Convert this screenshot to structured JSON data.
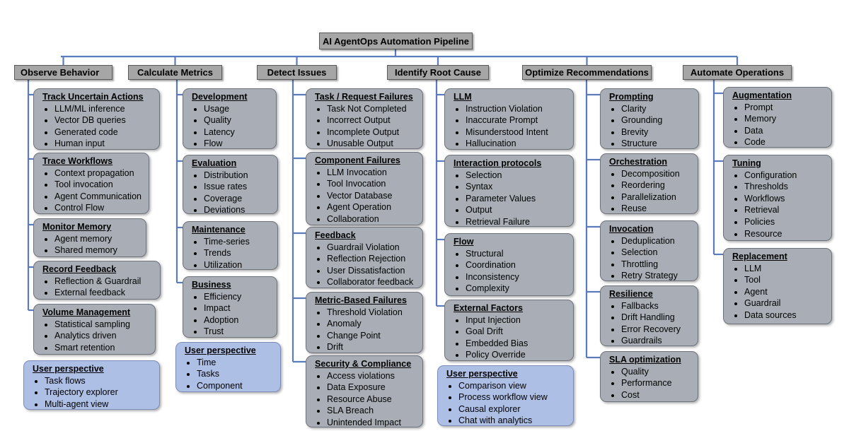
{
  "title": "AI AgentOps Automation Pipeline",
  "columns": [
    {
      "header": "Observe Behavior",
      "cards": [
        {
          "title": "Track Uncertain Actions",
          "items": [
            "LLM/ML inference",
            "Vector DB queries",
            "Generated code",
            "Human input"
          ]
        },
        {
          "title": "Trace  Workflows",
          "items": [
            "Context propagation",
            "Tool invocation",
            "Agent Communication",
            "Control Flow"
          ]
        },
        {
          "title": "Monitor Memory",
          "items": [
            "Agent memory",
            "Shared memory"
          ]
        },
        {
          "title": "Record Feedback",
          "items": [
            "Reflection & Guardrail",
            "External feedback"
          ]
        },
        {
          "title": "Volume Management",
          "items": [
            "Statistical sampling",
            "Analytics driven",
            "Smart retention"
          ]
        },
        {
          "title": "User perspective",
          "items": [
            "Task flows",
            "Trajectory explorer",
            "Multi-agent view"
          ],
          "style": "user"
        }
      ]
    },
    {
      "header": "Calculate Metrics",
      "cards": [
        {
          "title": "Development",
          "items": [
            "Usage",
            "Quality",
            "Latency",
            "Flow"
          ]
        },
        {
          "title": "Evaluation",
          "items": [
            "Distribution",
            "Issue rates",
            "Coverage",
            "Deviations"
          ]
        },
        {
          "title": "Maintenance",
          "items": [
            "Time-series",
            "Trends",
            "Utilization"
          ]
        },
        {
          "title": "Business",
          "items": [
            "Efficiency",
            "Impact",
            "Adoption",
            "Trust"
          ]
        },
        {
          "title": "User perspective",
          "items": [
            "Time",
            "Tasks",
            "Component"
          ],
          "style": "user"
        }
      ]
    },
    {
      "header": "Detect Issues",
      "cards": [
        {
          "title": "Task / Request Failures",
          "items": [
            "Task Not Completed",
            "Incorrect Output",
            "Incomplete Output",
            "Unusable Output"
          ]
        },
        {
          "title": "Component Failures",
          "items": [
            "LLM Invocation",
            "Tool Invocation",
            "Vector Database",
            "Agent Operation",
            "Collaboration"
          ]
        },
        {
          "title": "Feedback",
          "items": [
            "Guardrail Violation",
            "Reflection Rejection",
            "User Dissatisfaction",
            "Collaborator feedback"
          ]
        },
        {
          "title": "Metric-Based Failures",
          "items": [
            "Threshold Violation",
            "Anomaly",
            "Change Point",
            "Drift"
          ]
        },
        {
          "title": "Security & Compliance",
          "items": [
            "Access violations",
            "Data Exposure",
            "Resource Abuse",
            "SLA Breach",
            "Unintended Impact"
          ]
        }
      ]
    },
    {
      "header": "Identify Root Cause",
      "cards": [
        {
          "title": "LLM",
          "items": [
            "Instruction Violation",
            "Inaccurate Prompt",
            "Misunderstood Intent",
            "Hallucination"
          ]
        },
        {
          "title": "Interaction protocols",
          "items": [
            "Selection",
            "Syntax",
            "Parameter Values",
            "Output",
            "Retrieval Failure"
          ]
        },
        {
          "title": "Flow",
          "items": [
            "Structural",
            "Coordination",
            "Inconsistency",
            "Complexity"
          ]
        },
        {
          "title": "External Factors",
          "items": [
            "Input Injection",
            "Goal Drift",
            "Embedded Bias",
            "Policy Override"
          ]
        },
        {
          "title": "User perspective",
          "items": [
            "Comparison view",
            "Process workflow view",
            "Causal  explorer",
            "Chat with analytics"
          ],
          "style": "user"
        }
      ]
    },
    {
      "header": "Optimize Recommendations",
      "cards": [
        {
          "title": "Prompting",
          "items": [
            "Clarity",
            "Grounding",
            "Brevity",
            "Structure"
          ]
        },
        {
          "title": "Orchestration",
          "items": [
            "Decomposition",
            "Reordering",
            "Parallelization",
            "Reuse"
          ]
        },
        {
          "title": "Invocation",
          "items": [
            "Deduplication",
            "Selection",
            "Throttling",
            "Retry Strategy"
          ]
        },
        {
          "title": "Resilience",
          "items": [
            "Fallbacks",
            "Drift Handling",
            "Error Recovery",
            "Guardrails"
          ]
        },
        {
          "title": "SLA optimization",
          "items": [
            "Quality",
            "Performance",
            "Cost"
          ]
        }
      ]
    },
    {
      "header": "Automate Operations",
      "cards": [
        {
          "title": "Augmentation",
          "items": [
            "Prompt",
            "Memory",
            "Data",
            "Code"
          ]
        },
        {
          "title": "Tuning",
          "items": [
            "Configuration",
            "Thresholds",
            "Workflows",
            "Retrieval",
            "Policies",
            "Resource"
          ]
        },
        {
          "title": "Replacement",
          "items": [
            "LLM",
            "Tool",
            "Agent",
            "Guardrail",
            "Data sources"
          ]
        }
      ]
    }
  ]
}
